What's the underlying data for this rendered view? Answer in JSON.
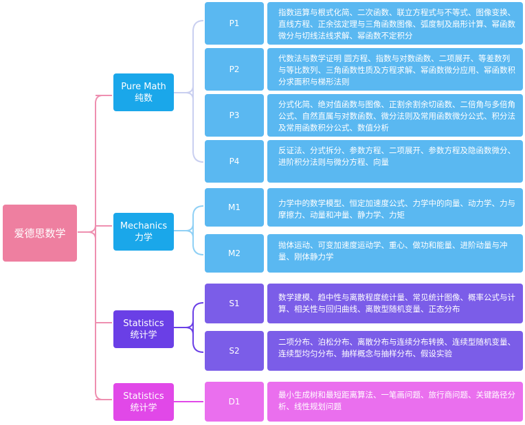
{
  "root": {
    "label": "爱德思数学"
  },
  "categories": [
    {
      "name": "Pure Math",
      "name_cn": "纯数",
      "color": "#1aa7ea",
      "light": "#5ab8f1",
      "modules": [
        {
          "code": "P1",
          "desc": "指数运算与根式化简、二次函数、联立方程式与不等式、图像变换、直线方程、正余弦定理与三角函数图像、弧度制及扇形计算、幂函数微分与切线法线求解、幂函数不定积分"
        },
        {
          "code": "P2",
          "desc": "代数法与数学证明 圆方程、指数与对数函数、二项展开、等差数列与等比数列、三角函数性质及方程求解、幂函数微分应用、幂函数积分求面积与梯形法则"
        },
        {
          "code": "P3",
          "desc": "分式化简、绝对值函数与图像、正割余割余切函数、二倍角与多倍角公式、自然直属与对数函数、微分法则及常用函数微分公式、积分法及常用函数积分公式、数值分析"
        },
        {
          "code": "P4",
          "desc": "反证法、分式拆分、参数方程、二项展开、参数方程及隐函数微分、进阶积分法则与微分方程、向量"
        }
      ]
    },
    {
      "name": "Mechanics",
      "name_cn": "力学",
      "color": "#1aa7ea",
      "light": "#5ab8f1",
      "modules": [
        {
          "code": "M1",
          "desc": "力学中的数学模型、恒定加速度公式、力学中的向量、动力学、力与摩擦力、动量和冲量、静力学、力矩"
        },
        {
          "code": "M2",
          "desc": "抛体运动、可变加速度运动学、重心、做功和能量、进阶动量与冲量、刚体静力学"
        }
      ]
    },
    {
      "name": "Statistics",
      "name_cn": "统计学",
      "color": "#6a3fe6",
      "light": "#7b5de8",
      "modules": [
        {
          "code": "S1",
          "desc": "数学建模、趋中性与离散程度统计量、常见统计图像、概率公式与计算、相关性与回归曲线、离散型随机变量、正态分布"
        },
        {
          "code": "S2",
          "desc": "二项分布、泊松分布、离散分布与连续分布转换、连续型随机变量、连续型均匀分布、抽样概念与抽样分布、假设实验"
        }
      ]
    },
    {
      "name": "Statistics",
      "name_cn": "统计学",
      "color": "#e148e8",
      "light": "#ea6fee",
      "modules": [
        {
          "code": "D1",
          "desc": "最小生成树和最短距离算法、一笔画问题、旅行商问题、关键路径分析、线性规划问题"
        }
      ]
    }
  ]
}
